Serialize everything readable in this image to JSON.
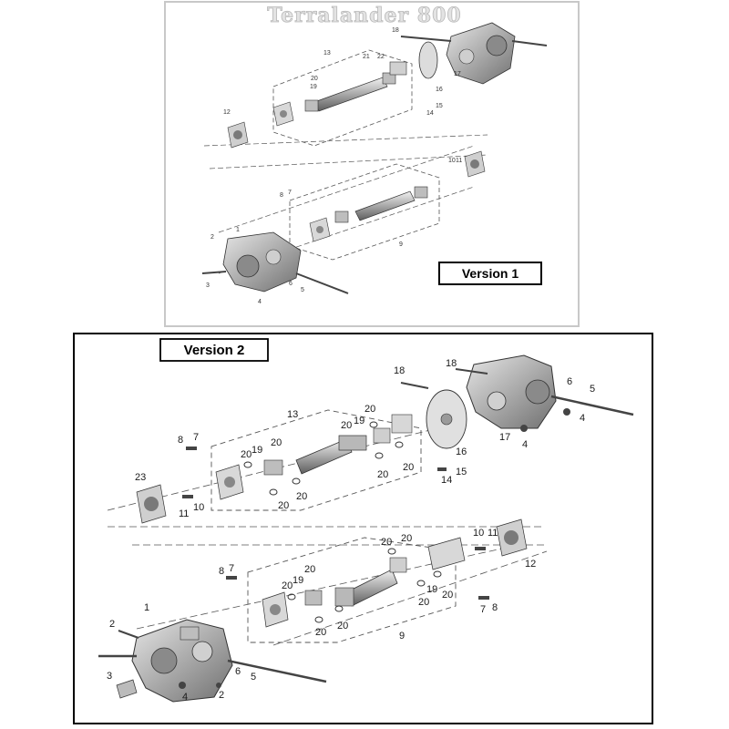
{
  "watermark": "Terralander 800",
  "version1": {
    "label": "Version 1",
    "callouts": [
      "1",
      "2",
      "3",
      "4",
      "5",
      "6",
      "7",
      "8",
      "9",
      "10",
      "11",
      "12",
      "13",
      "14",
      "15",
      "16",
      "17",
      "18",
      "19",
      "20",
      "21",
      "22"
    ]
  },
  "version2": {
    "label": "Version 2",
    "callouts": [
      "1",
      "2",
      "3",
      "4",
      "5",
      "6",
      "7",
      "8",
      "9",
      "10",
      "11",
      "12",
      "13",
      "14",
      "15",
      "16",
      "17",
      "18",
      "19",
      "20",
      "23"
    ]
  },
  "colors": {
    "frame": "#c8c8c8",
    "border": "#000000",
    "line": "#333333",
    "part_fill": "#bdbdbd",
    "part_dark": "#6e6e6e",
    "part_light": "#e8e8e8"
  }
}
